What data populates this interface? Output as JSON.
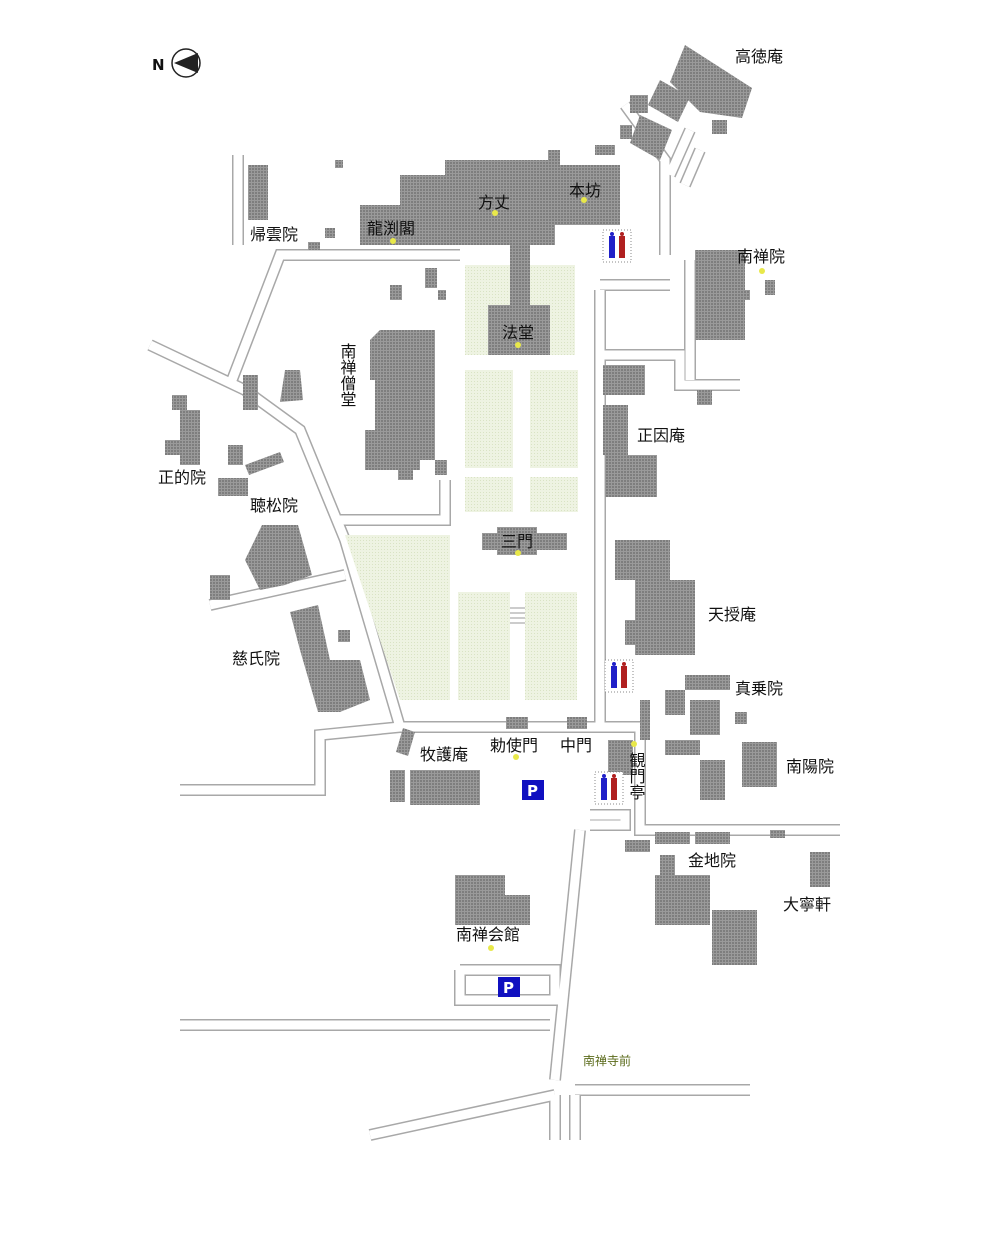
{
  "compass": {
    "letter": "N"
  },
  "temples": {
    "kotokuan": "高徳庵",
    "hojo": "方丈",
    "honbo": "本坊",
    "ryuenkaku": "龍渕閣",
    "kiunin": "帰雲院",
    "nanzenin": "南禅院",
    "hatto": "法堂",
    "sodo": "南禅僧堂",
    "shoinan": "正因庵",
    "shotekiin": "正的院",
    "choshoin": "聴松院",
    "sanmon": "三門",
    "tenjuan": "天授庵",
    "jishiin": "慈氏院",
    "shinjoin": "真乗院",
    "bokugoan": "牧護庵",
    "chokushimon": "勅使門",
    "chumon": "中門",
    "kanmontei": "観門亭",
    "nanyoin": "南陽院",
    "konchiin": "金地院",
    "daineiken": "大寧軒",
    "kaikan": "南禅会館"
  },
  "parking": {
    "label": "P"
  },
  "bus_stop": "南禅寺前",
  "colors": {
    "building": "#8c8c8c",
    "lawn": "#e6eed6",
    "parking": "#1010c0",
    "marker": "#e8e84a"
  }
}
